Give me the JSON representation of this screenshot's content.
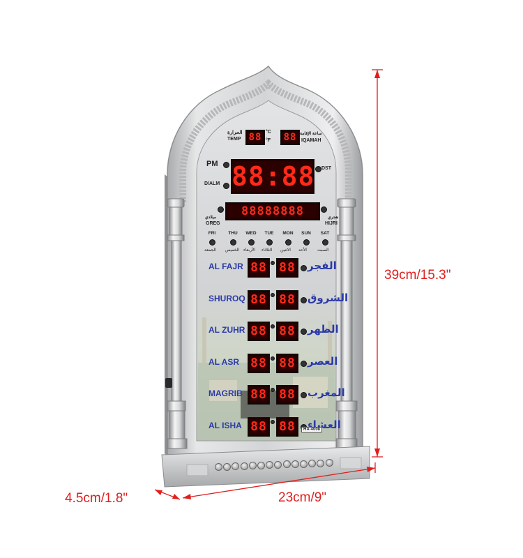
{
  "dimensions": {
    "height": "39cm/15.3\"",
    "width": "23cm/9\"",
    "depth": "4.5cm/1.8\""
  },
  "colors": {
    "dimension_lines": "#e01e1e",
    "body": "#c9cbcc",
    "panel": "#d8d9da",
    "led": "#ff2a1a",
    "prayer_text": "#2a3aa8"
  },
  "clock": {
    "temp_label": "TEMP",
    "temp_label_ar": "الحرارة",
    "celsius": "°C",
    "fahrenheit": "°F",
    "iqamah_label": "IQAMAH",
    "iqamah_label_ar": "ساعة الإقامة",
    "pm_label": "PM",
    "dalm_label": "D/ALM",
    "dst_label": "DST",
    "greg_label": "GREG",
    "greg_label_ar": "ميلادي",
    "hijri_label": "HIJRI",
    "hijri_label_ar": "هجري",
    "days": [
      "FRI",
      "THU",
      "WED",
      "TUE",
      "MON",
      "SUN",
      "SAT"
    ],
    "days_ar": [
      "الجمعة",
      "الخميس",
      "الأربعاء",
      "الثلاثاء",
      "الاثنين",
      "الأحد",
      "السبت"
    ],
    "model": "HA-4008"
  },
  "prayers": [
    {
      "en": "AL FAJR",
      "ar": "الفجر"
    },
    {
      "en": "SHUROQ",
      "ar": "الشروق"
    },
    {
      "en": "AL ZUHR",
      "ar": "الظهر"
    },
    {
      "en": "AL ASR",
      "ar": "العصر"
    },
    {
      "en": "MAGRIB",
      "ar": "المغرب"
    },
    {
      "en": "AL ISHA",
      "ar": "العشاء"
    }
  ]
}
